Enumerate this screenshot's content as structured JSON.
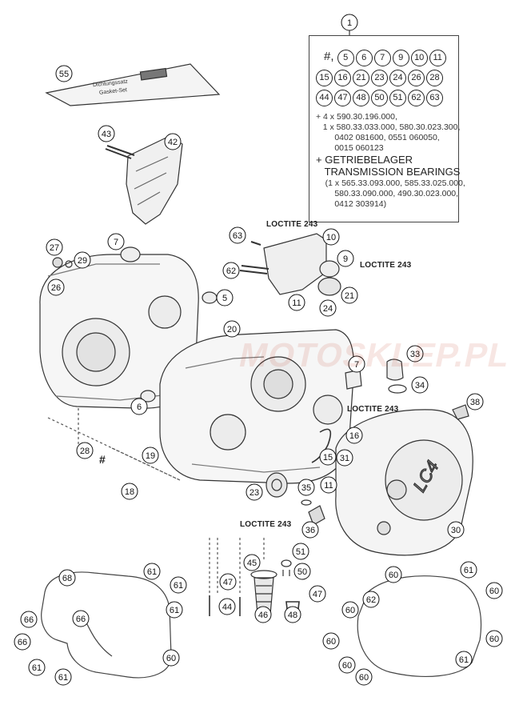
{
  "kit_box": {
    "top_number": "1",
    "prefix": "#,",
    "numbers_row1": [
      "5",
      "6",
      "7",
      "9",
      "10",
      "11"
    ],
    "numbers_row2": [
      "15",
      "16",
      "21",
      "23",
      "24",
      "26",
      "28"
    ],
    "numbers_row3": [
      "44",
      "47",
      "48",
      "50",
      "51",
      "62",
      "63"
    ],
    "note_line1": "+ 4 x 590.30.196.000,",
    "note_line2": "   1 x 580.33.033.000, 580.30.023.300,",
    "note_line3": "        0402 081600, 0551 060050,",
    "note_line4": "        0015 060123",
    "bearings_line1": "+ GETRIEBELAGER",
    "bearings_line2": "   TRANSMISSION BEARINGS",
    "bearings_line3": "    (1 x 565.33.093.000, 585.33.025.000,",
    "bearings_line4": "        580.33.090.000, 490.30.023.000,",
    "bearings_line5": "        0412 303914)"
  },
  "loctite": {
    "label_top": "LOCTITE 243",
    "label_right": "LOCTITE 243",
    "label_mid": "LOCTITE 243",
    "label_bottom": "LOCTITE 243"
  },
  "booklet": {
    "line1": "Dichtungssatz",
    "line2": "Gasket-Set"
  },
  "hash_marker": "#",
  "watermark": "MOTOSKLEP.PL",
  "callouts": [
    "55",
    "43",
    "42",
    "27",
    "7",
    "29",
    "26",
    "5",
    "63",
    "62",
    "10",
    "9",
    "11",
    "24",
    "21",
    "20",
    "33",
    "34",
    "7",
    "38",
    "6",
    "16",
    "15",
    "31",
    "19",
    "18",
    "28",
    "23",
    "35",
    "11",
    "36",
    "30",
    "45",
    "51",
    "47",
    "44",
    "50",
    "46",
    "47",
    "48",
    "68",
    "61",
    "61",
    "61",
    "66",
    "66",
    "66",
    "61",
    "61",
    "60",
    "60",
    "61",
    "62",
    "60",
    "60",
    "60",
    "60",
    "60",
    "61",
    "60"
  ]
}
